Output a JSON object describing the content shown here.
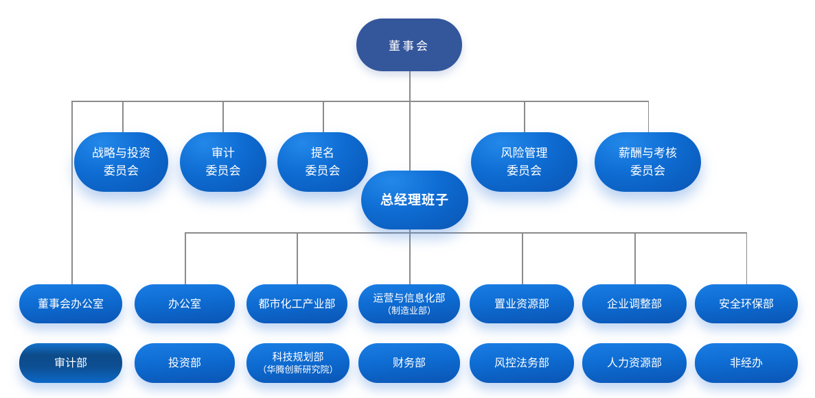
{
  "org": {
    "root": {
      "label": "董事会"
    },
    "gm": {
      "label": "总经理班子"
    },
    "committees": [
      {
        "line1": "战略与投资",
        "line2": "委员会"
      },
      {
        "line1": "审计",
        "line2": "委员会"
      },
      {
        "line1": "提名",
        "line2": "委员会"
      },
      {
        "line1": "风险管理",
        "line2": "委员会"
      },
      {
        "line1": "薪酬与考核",
        "line2": "委员会"
      }
    ],
    "departments_row1": [
      {
        "label": "董事会办公室"
      },
      {
        "label": "办公室"
      },
      {
        "label": "都市化工产业部"
      },
      {
        "label": "运营与信息化部",
        "sublabel": "（制造业部）"
      },
      {
        "label": "置业资源部"
      },
      {
        "label": "企业调整部"
      },
      {
        "label": "安全环保部"
      }
    ],
    "departments_row2": [
      {
        "label": "审计部"
      },
      {
        "label": "投资部"
      },
      {
        "label": "科技规划部",
        "sublabel": "（华腾创新研究院）"
      },
      {
        "label": "财务部"
      },
      {
        "label": "风控法务部"
      },
      {
        "label": "人力资源部"
      },
      {
        "label": "非经办"
      }
    ]
  },
  "colors": {
    "root_fill": "#34569B",
    "node_fill_top": "#1A7DE4",
    "node_fill_mid": "#0E6CD2",
    "node_fill_bottom": "#0A55B4",
    "audit_dark": "#0D4B8A",
    "connector": "#8A8A8A",
    "text": "#FFFFFF",
    "background": "#FFFFFF"
  }
}
